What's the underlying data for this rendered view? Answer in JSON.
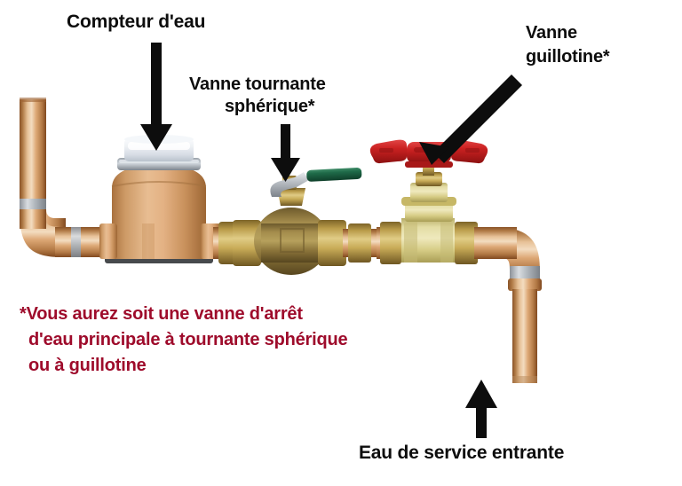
{
  "diagram": {
    "title_alt": "Schéma d'un compteur d'eau et des vannes d'arrêt principales",
    "background_color": "#ffffff",
    "label_color": "#0d0d0d",
    "note_color": "#9e0b2b",
    "arrow_color": "#0d0d0d"
  },
  "labels": {
    "water_meter": "Compteur d'eau",
    "ball_valve_line1": "Vanne tournante",
    "ball_valve_line2": "sphérique*",
    "gate_valve_line1": "Vanne",
    "gate_valve_line2": "guillotine*",
    "incoming_water": "Eau de service entrante"
  },
  "footnote": {
    "line1": "*Vous aurez soit une vanne d'arrêt",
    "line2": "d'eau principale à tournante sphérique",
    "line3": "ou à guillotine"
  },
  "arrows": [
    {
      "name": "arrow-to-water-meter",
      "direction": "down"
    },
    {
      "name": "arrow-to-ball-valve",
      "direction": "down"
    },
    {
      "name": "arrow-to-gate-valve",
      "direction": "down-left-diagonal"
    },
    {
      "name": "arrow-to-incoming-water",
      "direction": "up"
    }
  ],
  "components": [
    {
      "name": "copper-pipe-left-vertical",
      "material": "copper",
      "color": "#c08a5a"
    },
    {
      "name": "copper-elbow-left",
      "material": "copper",
      "color": "#c08a5a"
    },
    {
      "name": "water-meter-body",
      "material": "bronze",
      "color": "#d9a272"
    },
    {
      "name": "water-meter-register-dome",
      "material": "plastic",
      "color": "#e6e9ee"
    },
    {
      "name": "water-meter-base-plate",
      "material": "rubber",
      "color": "#474a4d"
    },
    {
      "name": "ball-valve-body",
      "material": "brass",
      "color": "#8c7341"
    },
    {
      "name": "ball-valve-lever-handle",
      "material": "coated-steel",
      "color": "#1f5d42"
    },
    {
      "name": "union-nut",
      "material": "brass",
      "color": "#a8863f"
    },
    {
      "name": "gate-valve-body",
      "material": "brass",
      "color": "#d7cf8e"
    },
    {
      "name": "gate-valve-handwheel",
      "material": "painted-iron",
      "color": "#c62222"
    },
    {
      "name": "copper-elbow-right",
      "material": "copper",
      "color": "#c08a5a"
    },
    {
      "name": "copper-pipe-right-vertical",
      "material": "copper",
      "color": "#c08a5a"
    },
    {
      "name": "solder-ring-band",
      "material": "solder",
      "color": "#b9bcc0"
    }
  ]
}
